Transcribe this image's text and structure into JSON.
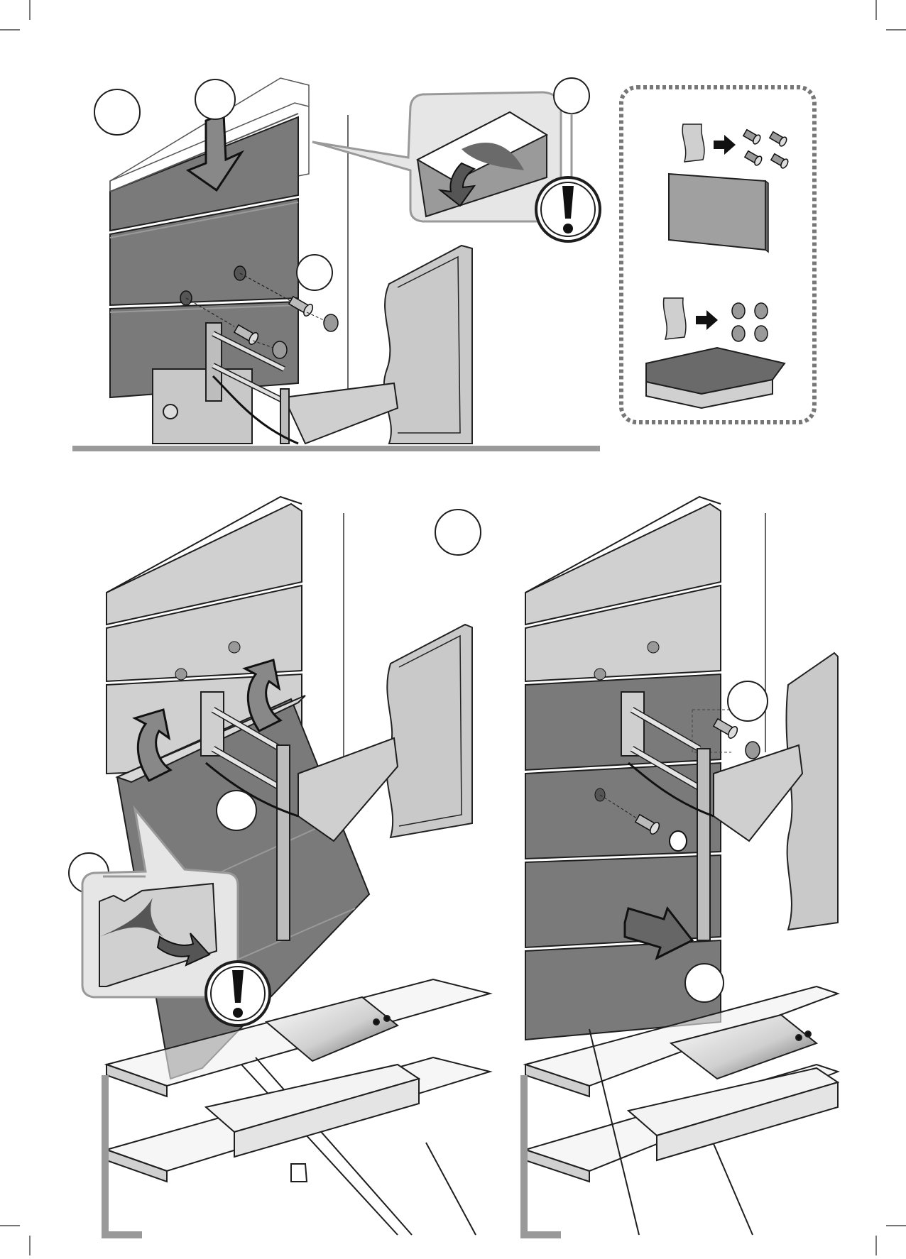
{
  "colors": {
    "panel_dark": "#7a7a7a",
    "panel_mid": "#a6a6a6",
    "panel_light": "#d4d4d4",
    "outline": "#1e1e1e",
    "divider": "#9a9a9a",
    "background": "#ffffff"
  },
  "icons": {
    "warning": "exclamation-circle-icon",
    "arrow": "direction-arrow-icon",
    "screw": "screw-icon",
    "cap": "cover-cap-icon"
  },
  "steps": {
    "top_left": {
      "callouts": 3
    },
    "top_right_box": {
      "rows": 2,
      "screws": 4,
      "caps": 4
    },
    "bottom_left": {
      "callouts": 2
    },
    "bottom_right": {
      "callouts": 3
    }
  }
}
